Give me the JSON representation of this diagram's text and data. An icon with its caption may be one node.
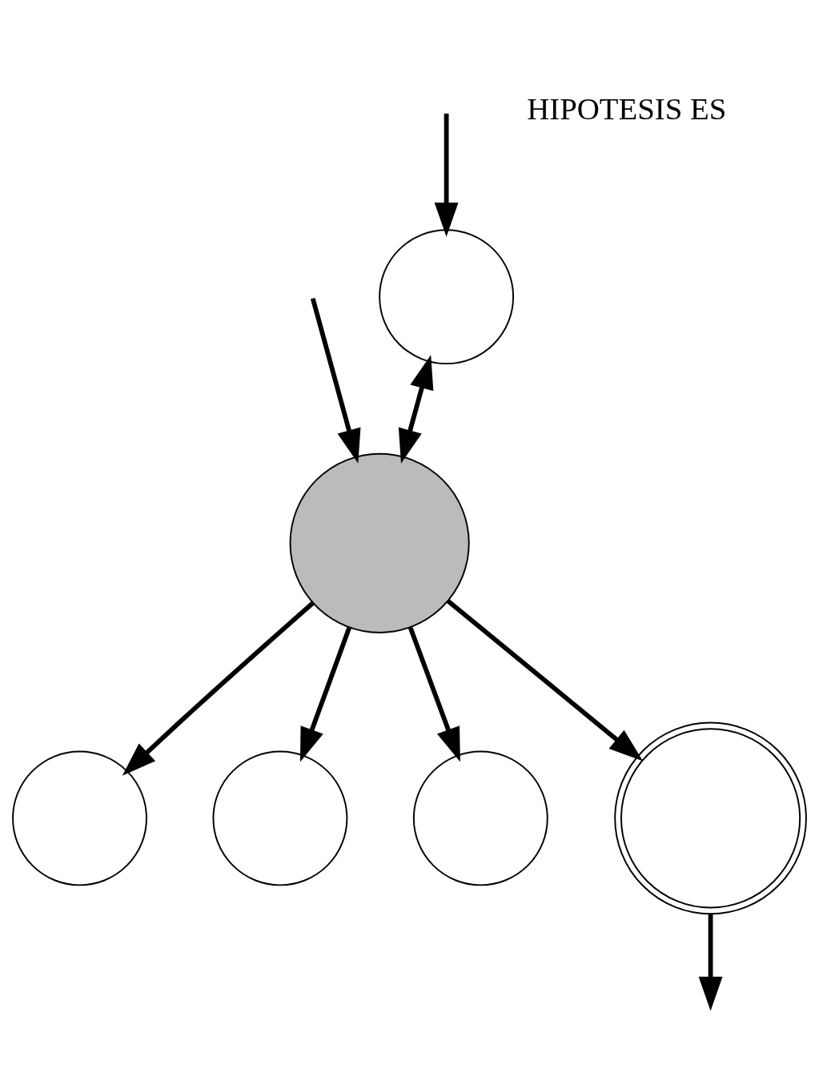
{
  "diagram": {
    "nodes": [
      {
        "text": [],
        "shape": "circle"
      },
      {
        "text": [],
        "shape": "circle"
      },
      {
        "text": [],
        "shape": "circle"
      },
      {
        "text": [],
        "shape": "circle"
      },
      {
        "text": [],
        "shape": "circle"
      },
      {
        "text": [],
        "shape": "circle"
      }
    ],
    "edges": [
      {
        "from": null,
        "to": 0,
        "arrow": "to"
      },
      {
        "from": 0,
        "to": 1,
        "arrow": "both"
      },
      {
        "from": null,
        "to": 1,
        "arrow": "to"
      },
      {
        "from": 1,
        "to": 2,
        "arrow": "to"
      },
      {
        "from": 1,
        "to": 3,
        "arrow": "to"
      },
      {
        "from": 1,
        "to": 4,
        "arrow": "to"
      },
      {
        "from": 1,
        "to": 5,
        "arrow": "to"
      },
      {
        "from": 5,
        "to": null,
        "arrow": "to"
      }
    ],
    "labels": [
      "HIPOTESIS ES"
    ]
  }
}
